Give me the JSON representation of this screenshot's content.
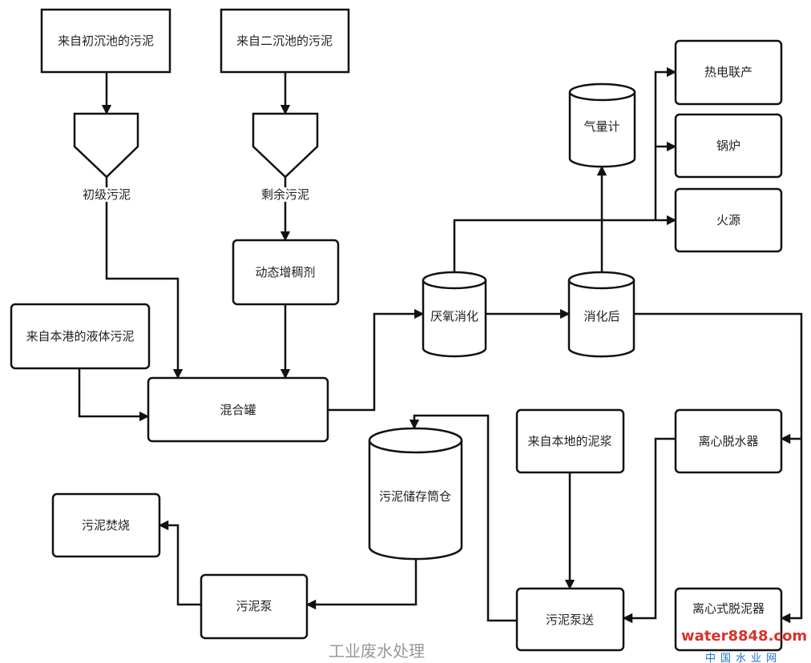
{
  "nodes": {
    "primary_source": "来自初沉池的污泥",
    "secondary_source": "来自二沉池的污泥",
    "primary_sludge": "初级污泥",
    "excess_sludge": "剩余污泥",
    "thickener": "动态增稠剂",
    "port_liquid_sludge": "来自本港的液体污泥",
    "mixing_tank": "混合罐",
    "anaerobic_digestion": "厌氧消化",
    "post_digestion": "消化后",
    "gas_meter": "气量计",
    "chp": "热电联产",
    "boiler": "锅炉",
    "flare": "火源",
    "centrifuge": "离心脱水器",
    "local_slurry": "来自本地的泥浆",
    "storage_silo": "污泥储存筒仓",
    "sludge_pumping": "污泥泵送",
    "sludge_pump": "污泥泵",
    "incineration": "污泥焚烧",
    "dewatering_unit": "离心式脱泥器"
  },
  "watermark": {
    "wechat": "工业废水处理",
    "site": "water8848.com",
    "site_cn": "中国水业网"
  }
}
